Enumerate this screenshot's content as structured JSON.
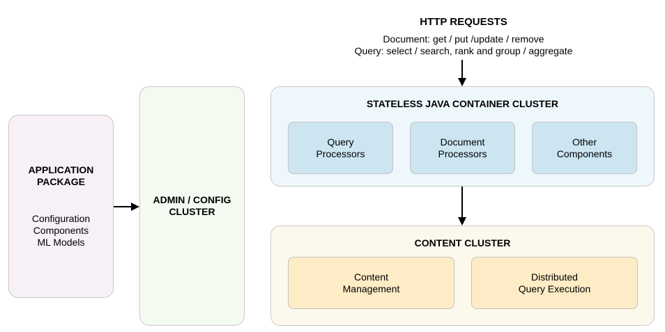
{
  "http": {
    "title": "HTTP REQUESTS",
    "line1": "Document: get / put /update / remove",
    "line2": "Query: select / search, rank and group / aggregate"
  },
  "app_package": {
    "title_line1": "APPLICATION",
    "title_line2": "PACKAGE",
    "items": [
      "Configuration",
      "Components",
      "ML Models"
    ]
  },
  "admin": {
    "title_line1": "ADMIN / CONFIG",
    "title_line2": "CLUSTER"
  },
  "container_cluster": {
    "title": "STATELESS JAVA CONTAINER CLUSTER",
    "components": [
      {
        "line1": "Query",
        "line2": "Processors"
      },
      {
        "line1": "Document",
        "line2": "Processors"
      },
      {
        "line1": "Other",
        "line2": "Components"
      }
    ]
  },
  "content_cluster": {
    "title": "CONTENT CLUSTER",
    "components": [
      {
        "line1": "Content",
        "line2": "Management"
      },
      {
        "line1": "Distributed",
        "line2": "Query Execution"
      }
    ]
  },
  "colors": {
    "app_package_fill": "#f7f0f7",
    "admin_fill": "#f3fbf1",
    "container_fill": "#eef7fb",
    "container_inner_fill": "#cce5f1",
    "content_fill": "#fdf8ec",
    "content_inner_fill": "#fdecc5"
  }
}
